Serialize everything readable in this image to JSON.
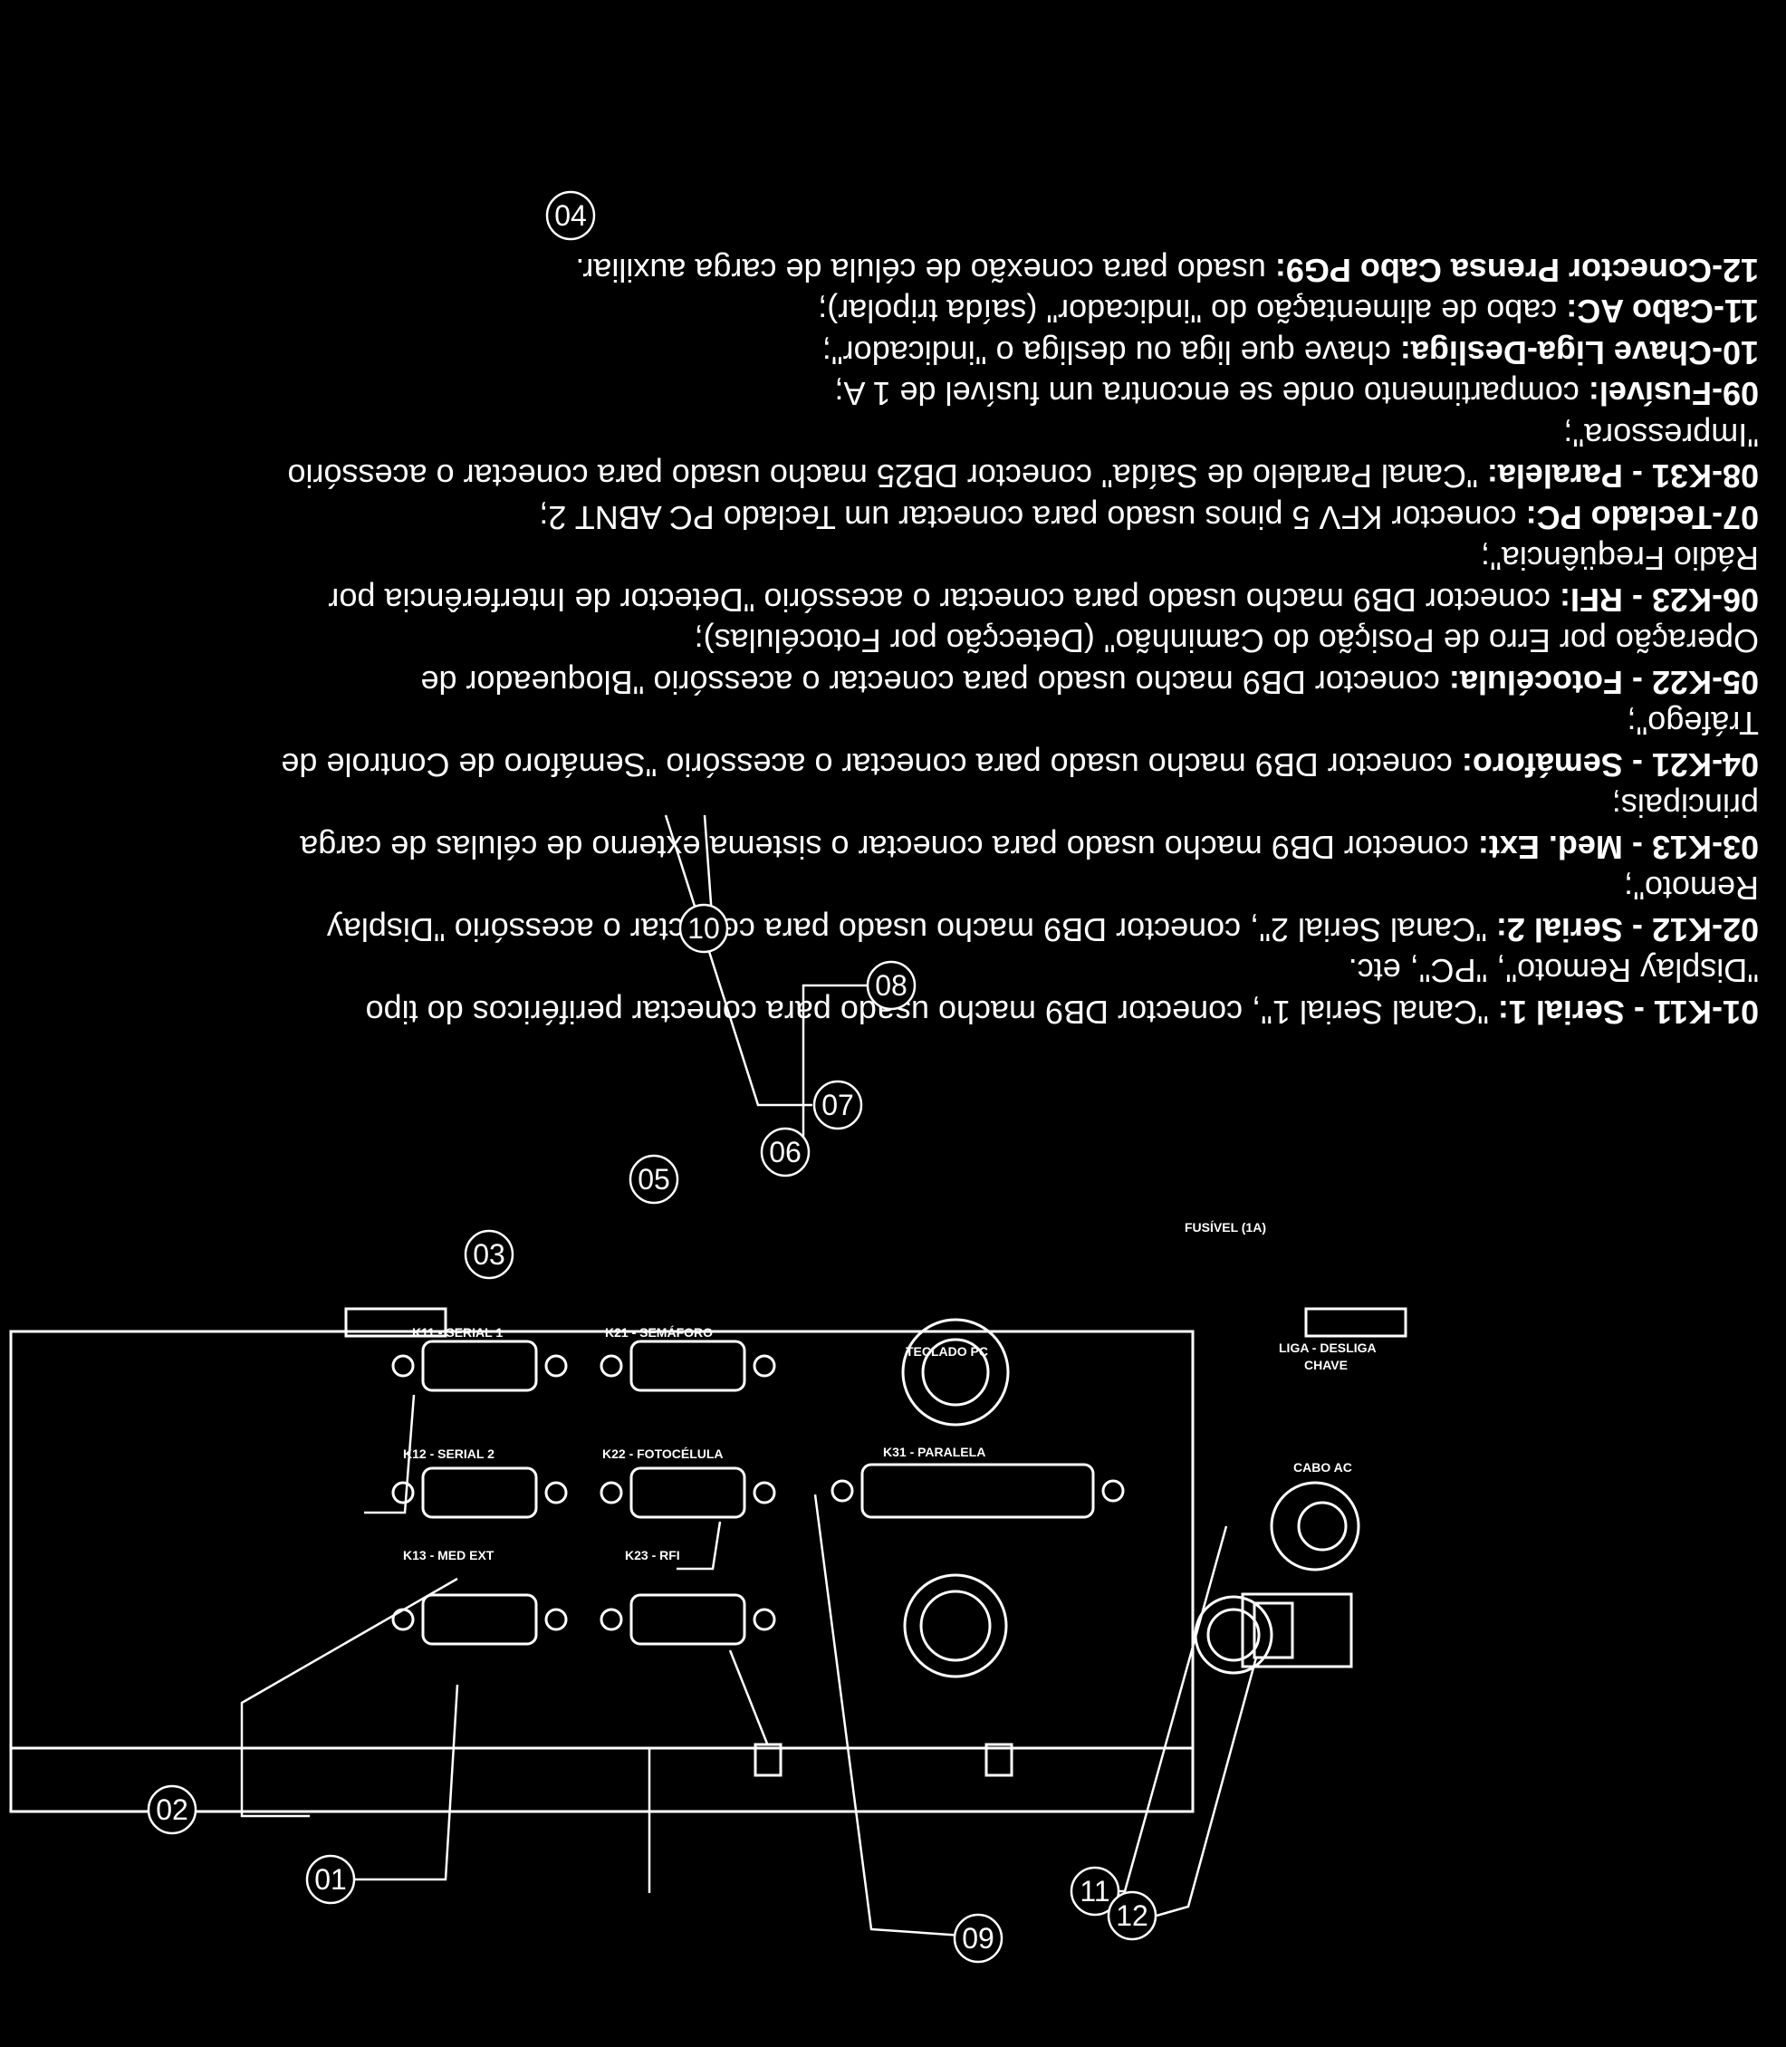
{
  "legend": [
    {
      "num": "01-",
      "key": "K11 - Serial 1:",
      "text": " \"Canal Serial 1\", conector DB9 macho usado para conectar periféricos do tipo"
    },
    {
      "num": "",
      "key": "",
      "text": "\"Display Remoto\", \"PC\", etc."
    },
    {
      "num": "02-",
      "key": "K12 - Serial 2:",
      "text": " \"Canal Serial 2\", conector DB9 macho usado para conectar o acessório \"Display"
    },
    {
      "num": "",
      "key": "",
      "text": "Remoto\";"
    },
    {
      "num": "03-",
      "key": "K13 - Med. Ext:",
      "text": " conector DB9 macho usado para conectar o sistema externo de células de carga"
    },
    {
      "num": "",
      "key": "",
      "text": "principais;"
    },
    {
      "num": "04-",
      "key": "K21 - Semáforo:",
      "text": " conector DB9 macho usado para conectar o acessório \"Semáforo de Controle de"
    },
    {
      "num": "",
      "key": "",
      "text": "Tráfego\";"
    },
    {
      "num": "05-",
      "key": "K22 - Fotocélula:",
      "text": " conector DB9 macho usado para conectar o acessório \"Bloqueador de"
    },
    {
      "num": "",
      "key": "",
      "text": "Operação por Erro de Posição do Caminhão\" (Detecção por Fotocélulas);"
    },
    {
      "num": "06-",
      "key": "K23 - RFI:",
      "text": " conector DB9 macho usado para conectar o acessório \"Detector de Interferência por"
    },
    {
      "num": "",
      "key": "",
      "text": "Rádio Freqüência\";"
    },
    {
      "num": "07-",
      "key": "Teclado PC:",
      "text": " conector KFV 5 pinos usado para conectar um Teclado PC ABNT 2;"
    },
    {
      "num": "08-",
      "key": "K31 - Paralela:",
      "text": " \"Canal Paralelo de Saída\" conector DB25 macho usado para conectar o acessório"
    },
    {
      "num": "",
      "key": "",
      "text": "\"Impressora\";"
    },
    {
      "num": "09-",
      "key": "Fusível:",
      "text": " compartimento onde se encontra um fusível de 1 A;"
    },
    {
      "num": "10-",
      "key": "Chave Liga-Desliga:",
      "text": " chave que liga ou desliga o \"indicador\";"
    },
    {
      "num": "11-",
      "key": "Cabo AC:",
      "text": " cabo de alimentação do \"indicador\" (saída tripolar);"
    },
    {
      "num": "12-",
      "key": "Conector Prensa Cabo PG9:",
      "text": " usado para conexão de célula de carga auxiliar."
    }
  ],
  "panel": {
    "labels": {
      "k13": "K13 - MED EXT",
      "k23": "K23 - RFI",
      "k12": "K12 - SERIAL 2",
      "k22": "K22 - FOTOCÉLULA",
      "k31": "K31 - PARALELA",
      "k11": "K11 - SERIAL 1",
      "k21": "K21 - SEMÁFORO",
      "teclado": "TECLADO PC",
      "cabo_ac": "CABO AC",
      "chave": "LIGA - DESLIGA",
      "chave2": "CHAVE",
      "fusivel": "FUSÍVEL (1A)"
    }
  },
  "callouts": {
    "c01": "01",
    "c02": "02",
    "c03": "03",
    "c04": "04",
    "c05": "05",
    "c06": "06",
    "c07": "07",
    "c08": "08",
    "c09": "09",
    "c10": "10",
    "c11": "11",
    "c12": "12"
  },
  "colors": {
    "background": "#000000",
    "foreground": "#ffffff"
  }
}
